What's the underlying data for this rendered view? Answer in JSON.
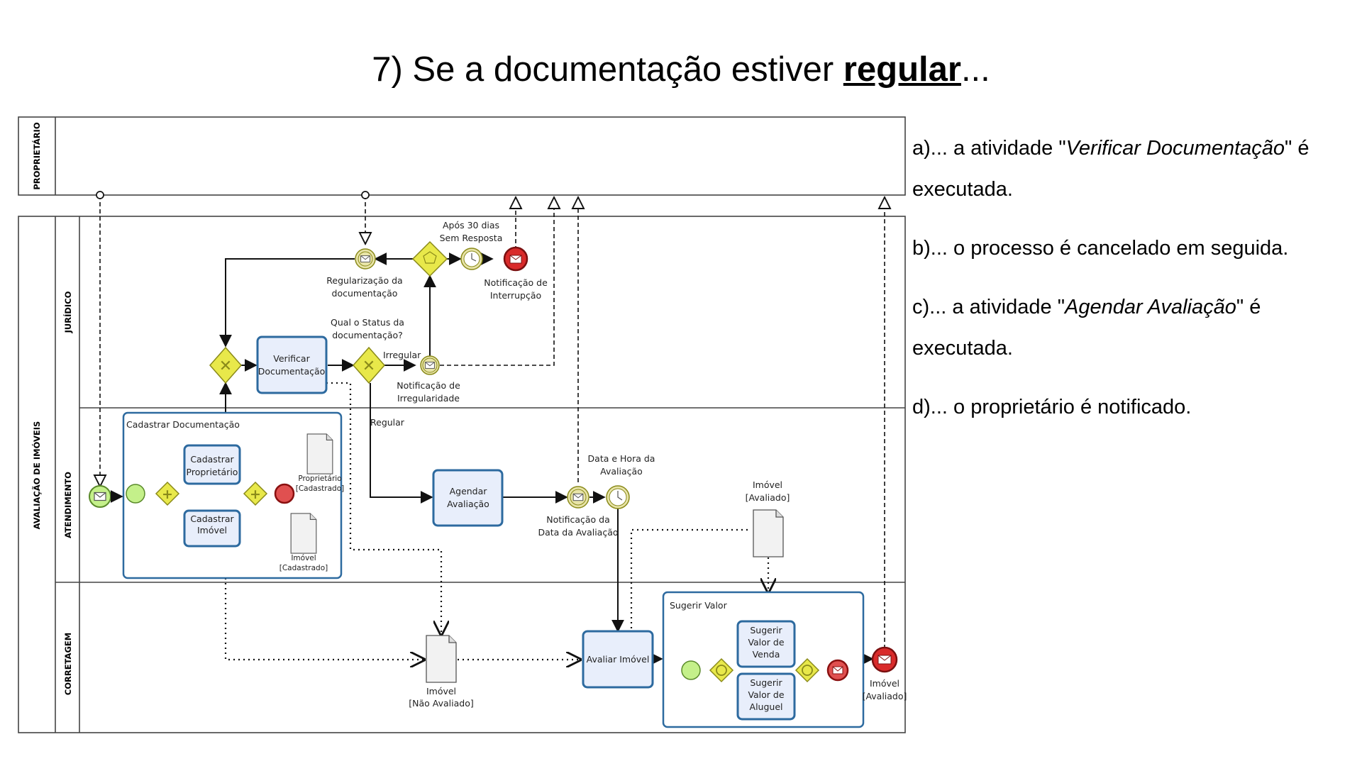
{
  "title": {
    "prefix": "7) Se a documentação estiver ",
    "emphasis": "regular",
    "suffix": "..."
  },
  "options": [
    {
      "before": "a)... a atividade \"",
      "italic": "Verificar Documentação",
      "after": "\" é executada."
    },
    {
      "before": "b)... o processo é cancelado em seguida.",
      "italic": "",
      "after": ""
    },
    {
      "before": "c)... a atividade \"",
      "italic": "Agendar Avaliação",
      "after": "\" é executada."
    },
    {
      "before": "d)... o proprietário é notificado.",
      "italic": "",
      "after": ""
    }
  ],
  "diagram": {
    "pools": {
      "owner": "PROPRIETÁRIO",
      "main": "AVALIAÇÃO DE IMÓVEIS"
    },
    "lanes": {
      "legal": "JURÍDICO",
      "service": "ATENDIMENTO",
      "brokerage": "CORRETAGEM"
    },
    "tasks": {
      "verify": [
        "Verificar",
        "Documentação"
      ],
      "schedule": [
        "Agendar",
        "Avaliação"
      ],
      "evaluate": [
        "Avaliar Imóvel"
      ],
      "register_owner": [
        "Cadastrar",
        "Proprietário"
      ],
      "register_property": [
        "Cadastrar",
        "Imóvel"
      ],
      "suggest_sale": [
        "Sugerir",
        "Valor de",
        "Venda"
      ],
      "suggest_rent": [
        "Sugerir",
        "Valor de",
        "Aluguel"
      ]
    },
    "subprocesses": {
      "register_docs": "Cadastrar Documentação",
      "suggest_value": "Sugerir Valor"
    },
    "labels": {
      "regularization": [
        "Regularização da",
        "documentação"
      ],
      "after_30_days": [
        "Após 30 dias",
        "Sem Resposta"
      ],
      "interruption": [
        "Notificação de",
        "Interrupção"
      ],
      "status_question": [
        "Qual o Status da",
        "documentação?"
      ],
      "irregular": "Irregular",
      "irregularity_notice": [
        "Notificação de",
        "Irregularidade"
      ],
      "regular": "Regular",
      "date_time": [
        "Data e Hora da",
        "Avaliação"
      ],
      "date_notice": [
        "Notificação da",
        "Data da Avaliação"
      ],
      "owner_registered": [
        "Proprietário",
        "[Cadastrado]"
      ],
      "property_registered": [
        "Imóvel",
        "[Cadastrado]"
      ],
      "property_not_evaluated": [
        "Imóvel",
        "[Não Avaliado]"
      ],
      "property_evaluated_doc": [
        "Imóvel",
        "[Avaliado]"
      ],
      "property_evaluated_end": [
        "Imóvel",
        "[Avaliado]"
      ]
    }
  },
  "colors": {
    "task_fill": "#e8eefb",
    "task_stroke": "#2d6a9f",
    "gateway": "#e8e84a",
    "start_event": "#c4f08a",
    "end_event": "#d92b2b"
  }
}
